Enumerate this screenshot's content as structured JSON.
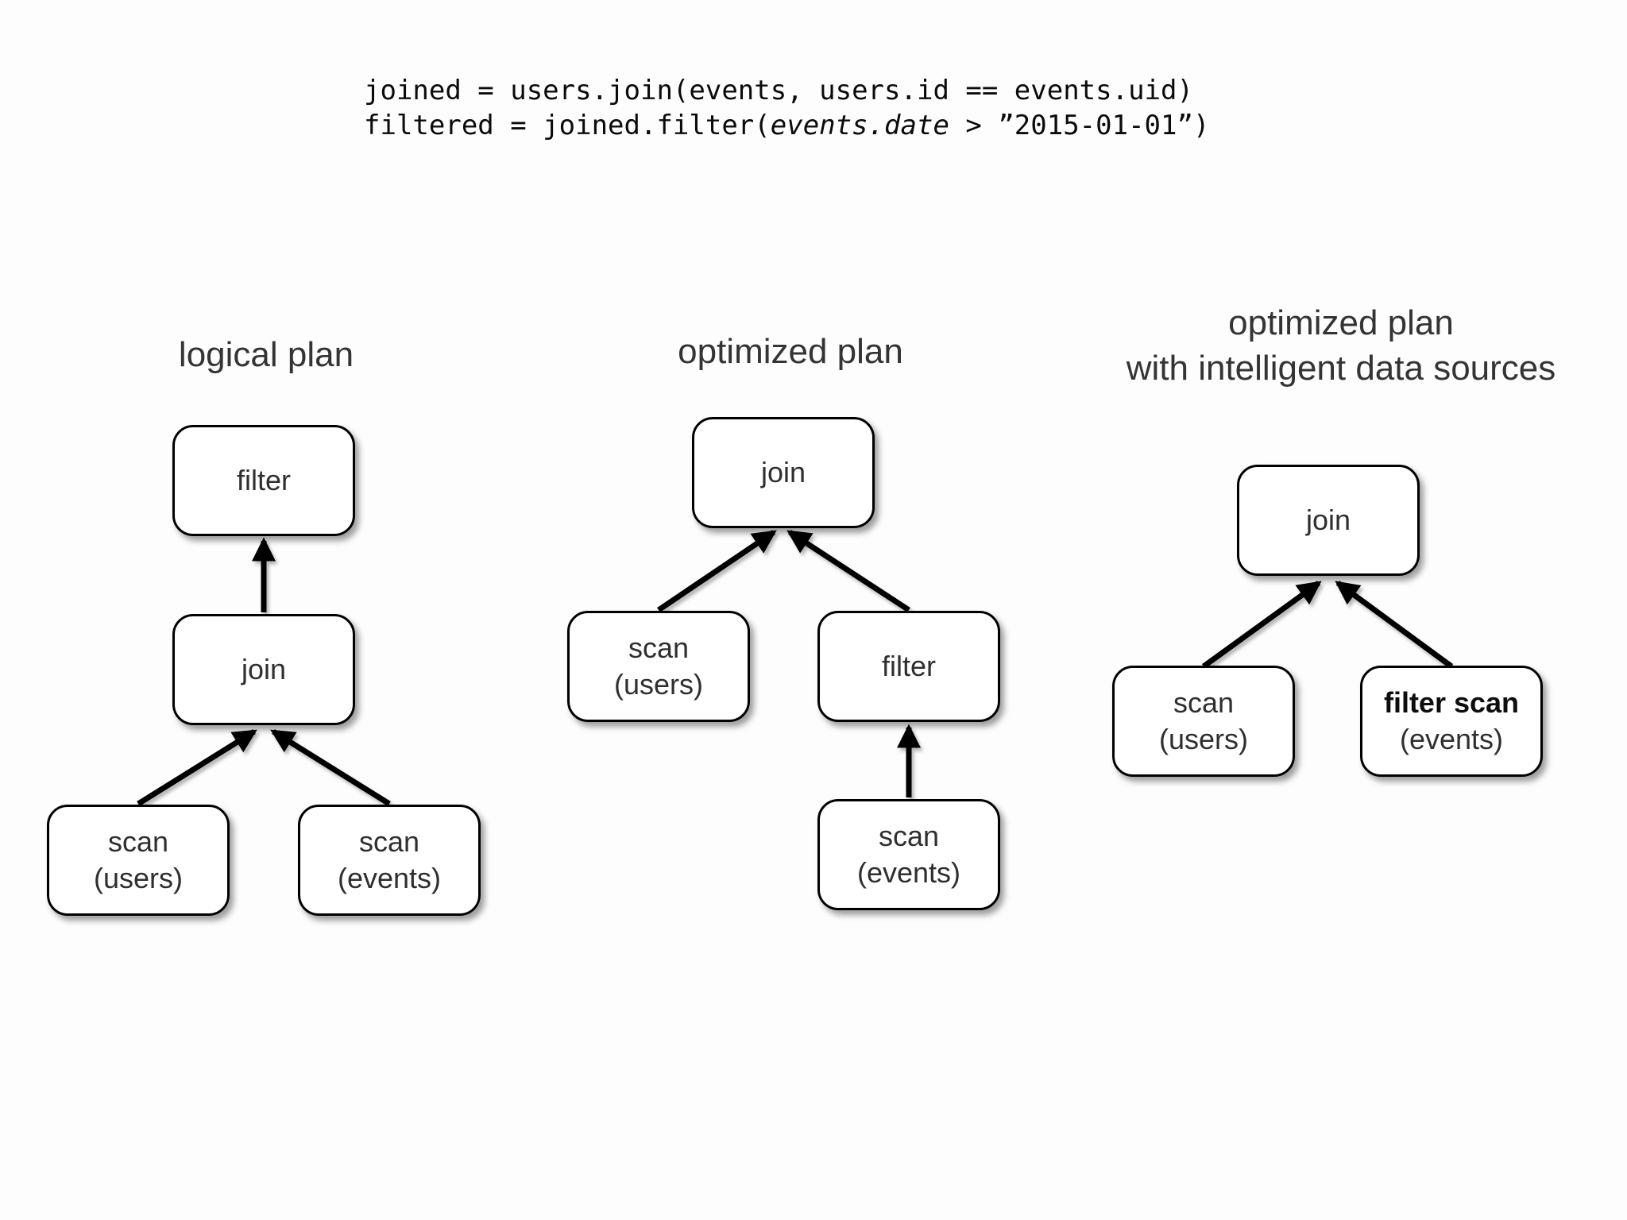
{
  "slide": {
    "background": "#fdfdfd",
    "ink": "#000000",
    "label_text_color": "#2f2f2f"
  },
  "code": {
    "line1": "joined = users.join(events, users.id == events.uid)",
    "line2_prefix": "filtered = joined.filter(",
    "line2_italic": "events.date",
    "line2_suffix": " > ”2015-01-01”)"
  },
  "diagrams": [
    {
      "title": "logical plan",
      "nodes": [
        {
          "line1": "filter",
          "line2": ""
        },
        {
          "line1": "join",
          "line2": ""
        },
        {
          "line1": "scan",
          "line2": "(users)"
        },
        {
          "line1": "scan",
          "line2": "(events)"
        }
      ]
    },
    {
      "title": "optimized plan",
      "nodes": [
        {
          "line1": "join",
          "line2": ""
        },
        {
          "line1": "scan",
          "line2": "(users)"
        },
        {
          "line1": "filter",
          "line2": ""
        },
        {
          "line1": "scan",
          "line2": "(events)"
        }
      ]
    },
    {
      "title": "optimized plan",
      "subtitle": "with intelligent data sources",
      "nodes": [
        {
          "line1": "join",
          "line2": ""
        },
        {
          "line1": "scan",
          "line2": "(users)"
        },
        {
          "line1": "filter scan",
          "line2": "(events)",
          "emphasis": "bold"
        }
      ]
    }
  ]
}
